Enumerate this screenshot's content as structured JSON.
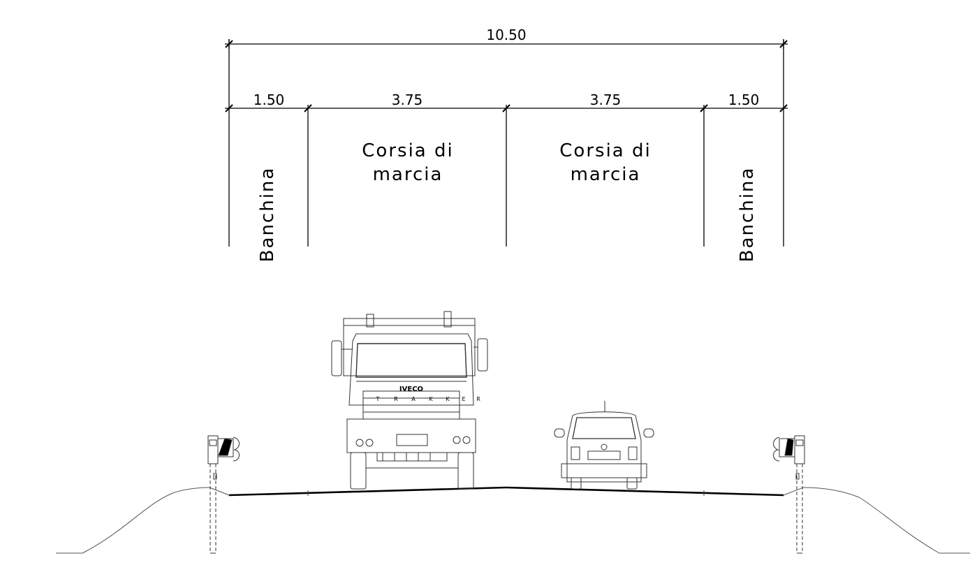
{
  "dimensions": {
    "total": "10.50",
    "segments": [
      {
        "value": "1.50",
        "label": "Banchina",
        "rotated": true
      },
      {
        "value": "3.75",
        "label_line1": "Corsia di",
        "label_line2": "marcia"
      },
      {
        "value": "3.75",
        "label_line1": "Corsia di",
        "label_line2": "marcia"
      },
      {
        "value": "1.50",
        "label": "Banchina",
        "rotated": true
      }
    ]
  },
  "truck": {
    "brand": "IVECO",
    "model_letters": [
      "T",
      "R",
      "A",
      "K",
      "K",
      "E",
      "R"
    ]
  },
  "colors": {
    "line": "#000000",
    "thin_line": "#666666",
    "background": "#ffffff"
  }
}
